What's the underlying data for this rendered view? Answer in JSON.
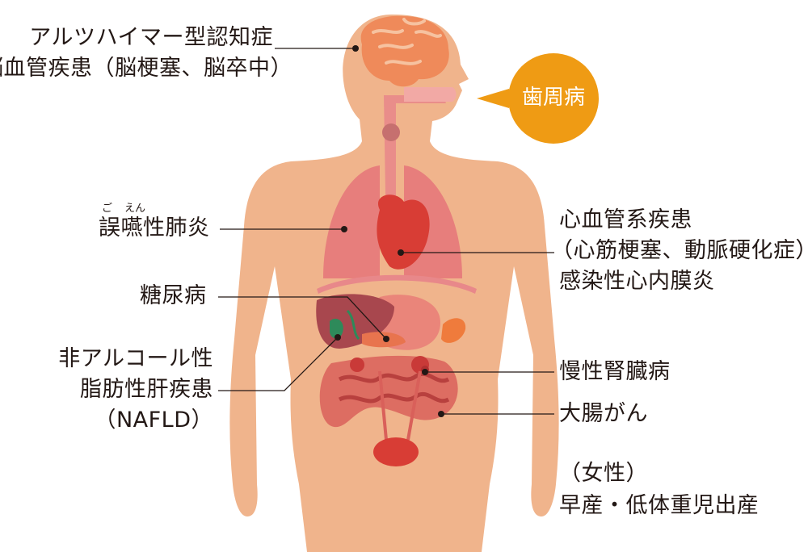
{
  "labels": {
    "brain": [
      "アルツハイマー型認知症",
      "脳血管疾患（脳梗塞、脳卒中）"
    ],
    "gum": "歯周病",
    "pneumonia": "誤嚥性肺炎",
    "pneumonia_ruby_go": "ご",
    "pneumonia_ruby_en": "えん",
    "diabetes": "糖尿病",
    "nafld": [
      "非アルコール性",
      "脂肪性肝疾患",
      "（NAFLD）"
    ],
    "heart": [
      "心血管系疾患",
      "（心筋梗塞、動脈硬化症）",
      "感染性心内膜炎"
    ],
    "kidney": "慢性腎臓病",
    "colon": "大腸がん",
    "pregnancy": [
      "（女性）",
      "早産・低体重児出産"
    ]
  },
  "colors": {
    "skin": "#f0b48c",
    "lung": "#e6787a",
    "heart": "#d83d35",
    "liver": "#a8474e",
    "bubble": "#ef9b14",
    "leader": "#231815"
  },
  "icons": [
    "human-body-icon",
    "brain-icon",
    "speech-bubble-icon"
  ]
}
